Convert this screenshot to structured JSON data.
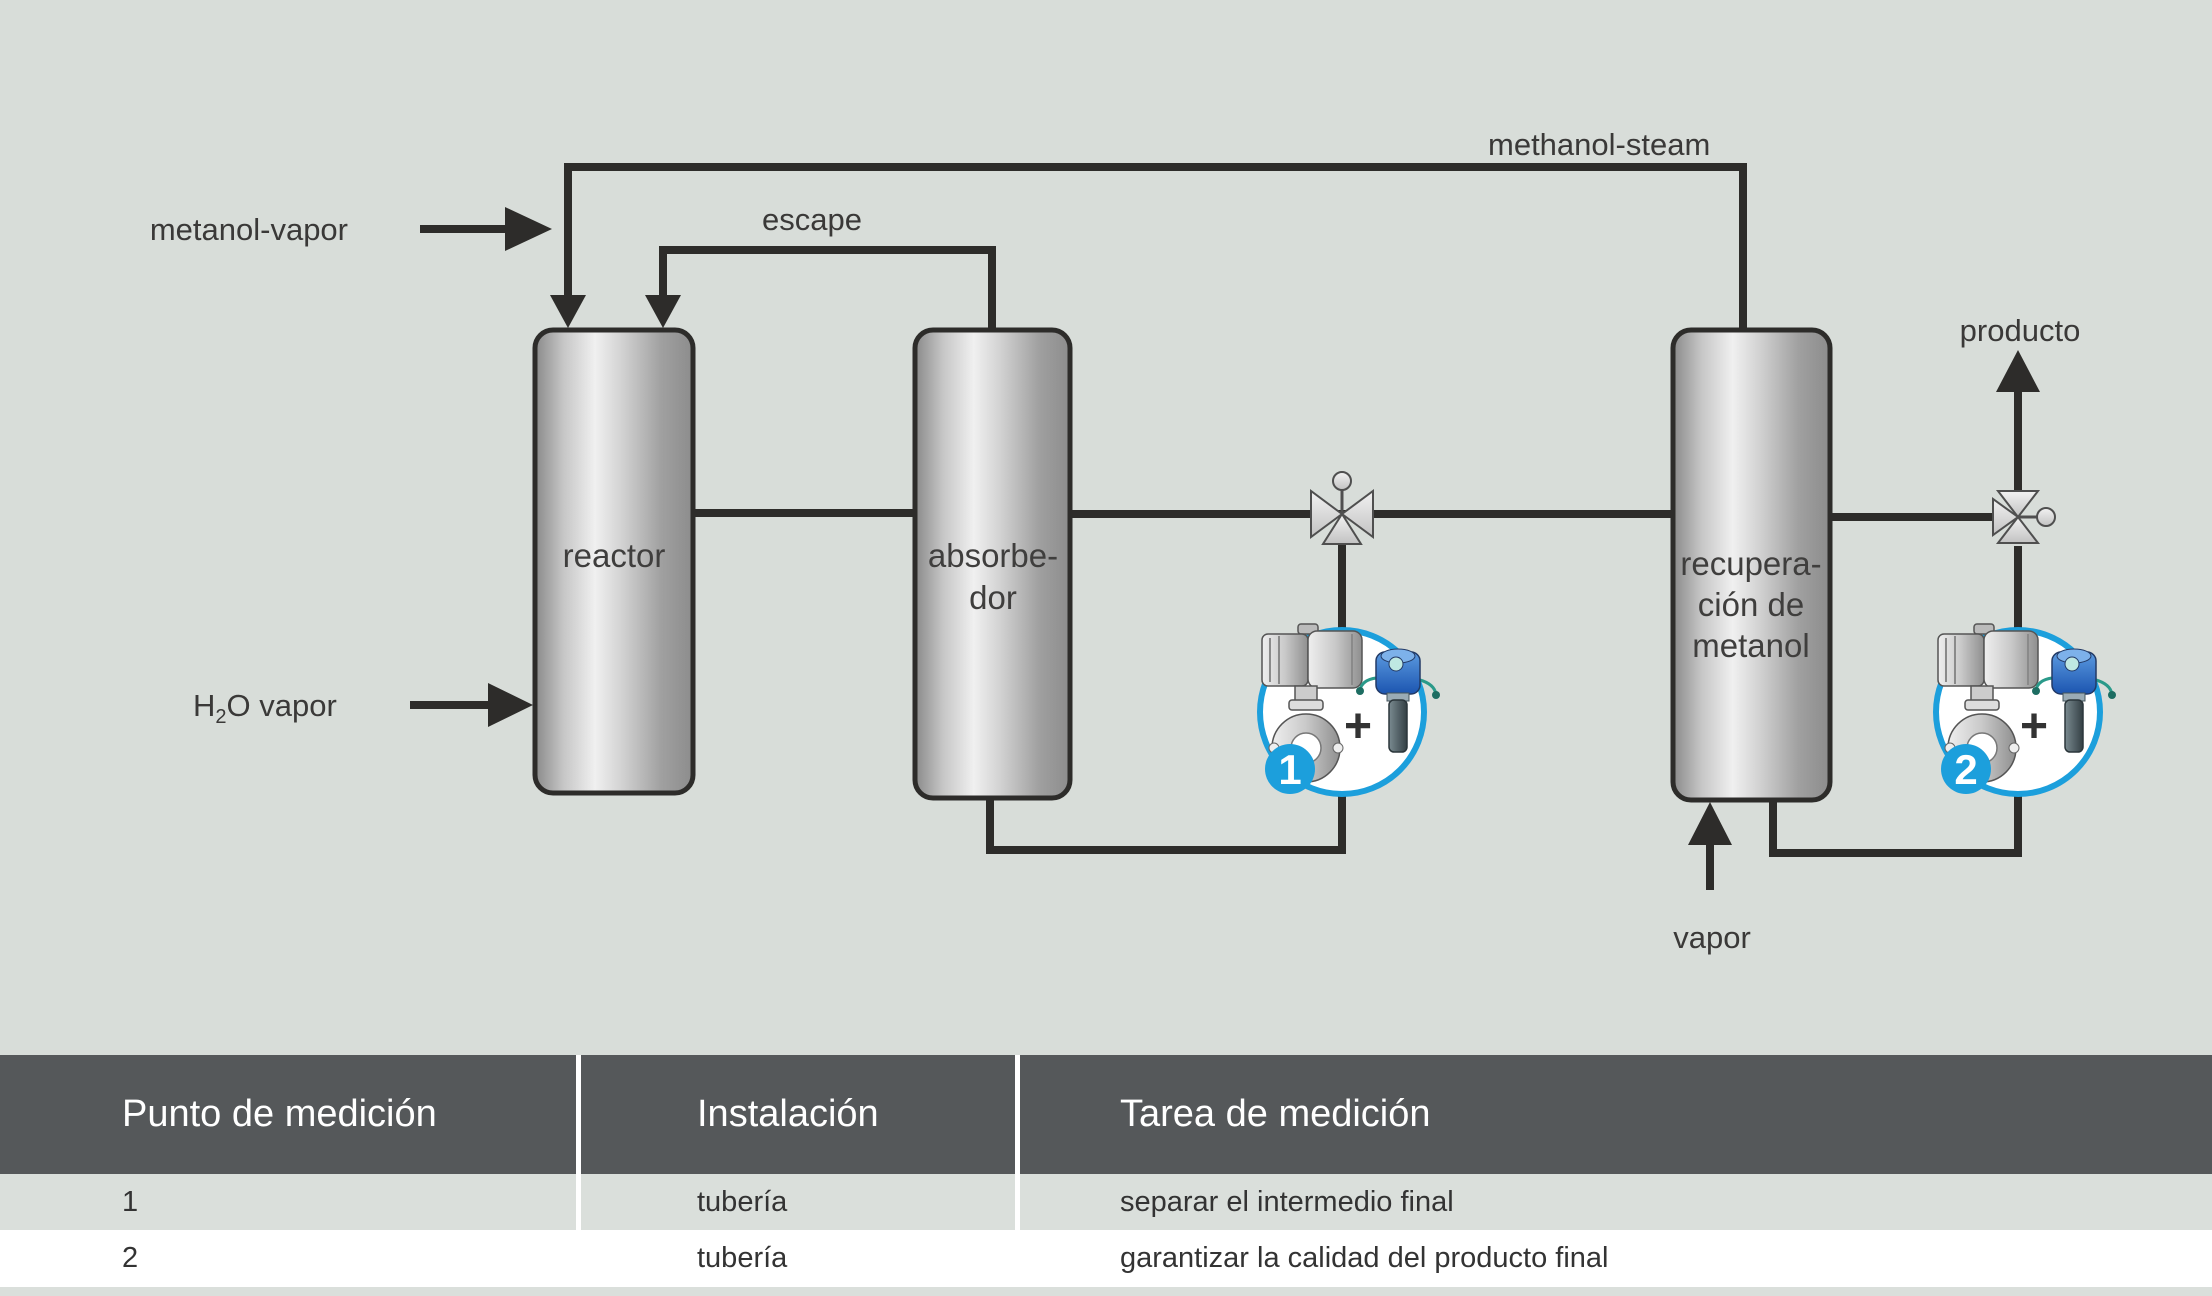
{
  "diagram": {
    "labels": {
      "metanol_vapor": "metanol-vapor",
      "escape": "escape",
      "methanol_steam": "methanol-steam",
      "h2o_prefix": "H",
      "h2o_sub": "2",
      "h2o_suffix": "O vapor",
      "producto": "producto",
      "vapor": "vapor"
    },
    "vessels": {
      "reactor": {
        "label": "reactor"
      },
      "absorber": {
        "line1": "absorbe-",
        "line2": "dor"
      },
      "recovery": {
        "line1": "recupera-",
        "line2": "ción de",
        "line3": "metanol"
      }
    },
    "instruments": {
      "plus": "+",
      "flowmeter_icon": "vortex-flowmeter",
      "thermometer_icon": "temperature-sensor"
    },
    "points": [
      {
        "badge": "1"
      },
      {
        "badge": "2"
      }
    ],
    "colors": {
      "background": "#d8ddd9",
      "pipe": "#2d2c2a",
      "accent_blue": "#1c9fdc",
      "header_bg": "#55585a",
      "row1_bg": "#dadfdb",
      "row2_bg": "#ffffff"
    }
  },
  "table": {
    "headers": [
      "Punto de medición",
      "Instalación",
      "Tarea de medición"
    ],
    "rows": [
      {
        "point": "1",
        "installation": "tubería",
        "task": "separar el intermedio final"
      },
      {
        "point": "2",
        "installation": "tubería",
        "task": "garantizar la calidad del producto final"
      }
    ]
  }
}
